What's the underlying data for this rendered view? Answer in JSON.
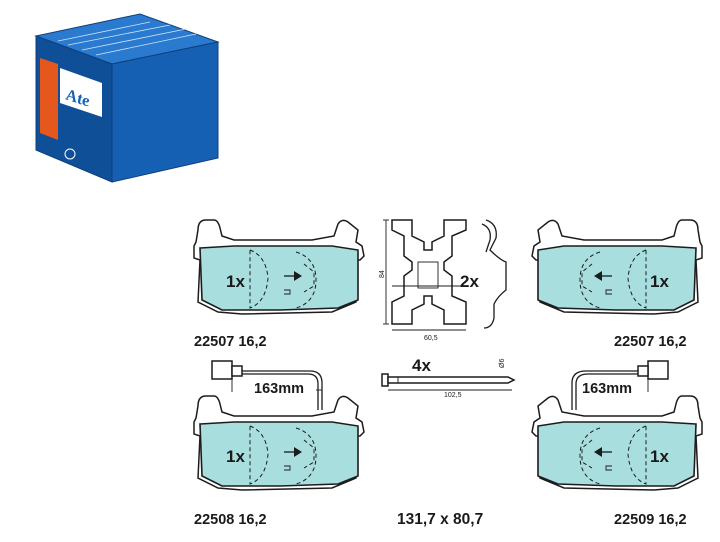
{
  "brand": {
    "logo_text": "Ate",
    "box_colors": {
      "front": "#1660b4",
      "top": "#2a7bd0",
      "side": "#0f4f98",
      "label": "#e4581e"
    }
  },
  "pad_color": "#a9dede",
  "pads": [
    {
      "quantity": "1x",
      "code": "22507 16,2"
    },
    {
      "quantity": "1x",
      "code": "22507 16,2"
    },
    {
      "quantity": "1x",
      "code": "22508 16,2"
    },
    {
      "quantity": "1x",
      "code": "22509 16,2"
    }
  ],
  "sensors": [
    {
      "length": "163mm"
    },
    {
      "length": "163mm"
    }
  ],
  "spring": {
    "quantity": "2x",
    "height_dim": "84",
    "width_dim": "60,5"
  },
  "pins": {
    "quantity": "4x",
    "length_dim": "102,5",
    "diameter_dim": "Ø6"
  },
  "dimensions": "131,7 x 80,7"
}
